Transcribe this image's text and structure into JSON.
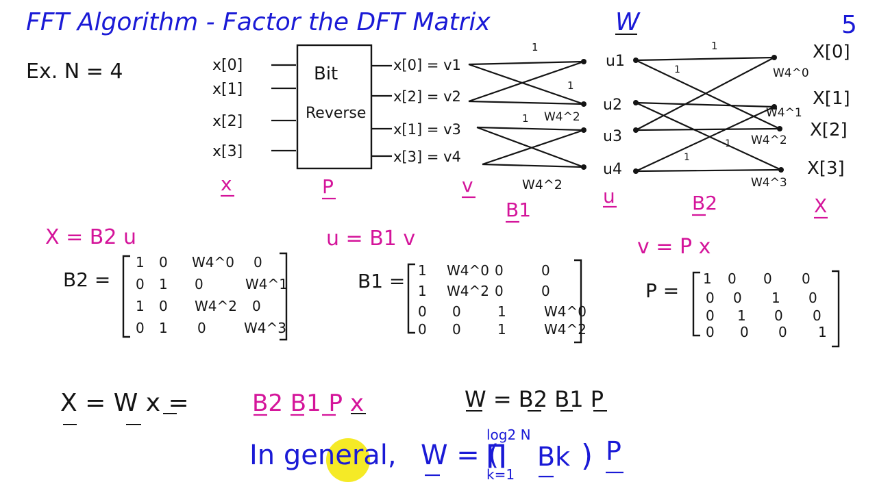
{
  "title": "FFT Algorithm - Factor the DFT Matrix",
  "title_W": "W",
  "page_number": "5",
  "example": "Ex. N = 4",
  "inputs": [
    "x[0]",
    "x[1]",
    "x[2]",
    "x[3]"
  ],
  "bitrev_line1": "Bit",
  "bitrev_line2": "Reverse",
  "v_nodes": [
    "x[0] = v1",
    "x[2] = v2",
    "x[1] = v3",
    "x[3] = v4"
  ],
  "u_nodes": [
    "u1",
    "u2",
    "u3",
    "u4"
  ],
  "outputs": [
    "X[0]",
    "X[1]",
    "X[2]",
    "X[3]"
  ],
  "stage1_top_labels": [
    "1",
    "1",
    "1"
  ],
  "stage1_weights": [
    "W4^2",
    "W4^2"
  ],
  "stage2_top_label": "1",
  "stage2_small_labels": [
    "1",
    "1",
    "1"
  ],
  "stage2_weights": [
    "W4^0",
    "W4^1",
    "W4^2",
    "W4^3"
  ],
  "stage_names": {
    "x": "x",
    "p": "P",
    "v": "v",
    "b1": "B1",
    "u": "u",
    "b2": "B2",
    "X": "X"
  },
  "equations": {
    "eq_X": "X = B2 u",
    "eq_u": "u = B1 v",
    "eq_v": "v = P x"
  },
  "matrices": {
    "B2": {
      "label": "B2 =",
      "rows": [
        [
          "1",
          "0",
          "W4^0",
          "0"
        ],
        [
          "0",
          "1",
          "0",
          "W4^1"
        ],
        [
          "1",
          "0",
          "W4^2",
          "0"
        ],
        [
          "0",
          "1",
          "0",
          "W4^3"
        ]
      ]
    },
    "B1": {
      "label": "B1 =",
      "rows": [
        [
          "1",
          "W4^0",
          "0",
          "0"
        ],
        [
          "1",
          "W4^2",
          "0",
          "0"
        ],
        [
          "0",
          "0",
          "1",
          "W4^0"
        ],
        [
          "0",
          "0",
          "1",
          "W4^2"
        ]
      ]
    },
    "P": {
      "label": "P =",
      "rows": [
        [
          "1",
          "0",
          "0",
          "0"
        ],
        [
          "0",
          "0",
          "1",
          "0"
        ],
        [
          "0",
          "1",
          "0",
          "0"
        ],
        [
          "0",
          "0",
          "0",
          "1"
        ]
      ]
    }
  },
  "bottom": {
    "line1_left": "X = W x =",
    "line1_mid": "B2 B1 P x",
    "line1_right": "W = B2 B1 P",
    "general": "In general,",
    "general_W": "W = (",
    "prod_top": "log2 N",
    "prod_sym": "∏",
    "prod_bottom": "k=1",
    "prod_Bk": "Bk",
    "prod_close": ")",
    "prod_P": "P"
  },
  "colors": {
    "blue": "#1a1ad6",
    "pink": "#d4149a",
    "ink": "#141414",
    "cursor": "#f3e600"
  }
}
